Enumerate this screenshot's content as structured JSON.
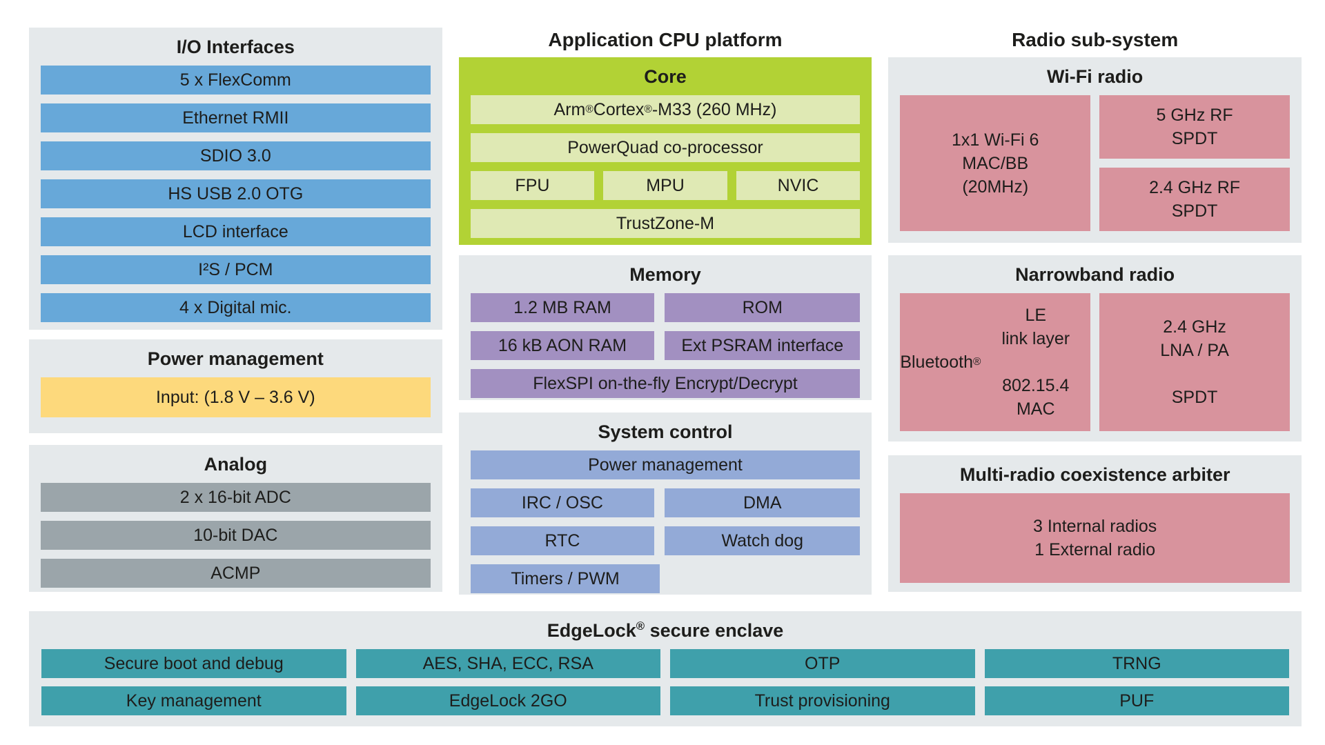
{
  "diagram": {
    "left": {
      "io": {
        "title": "I/O Interfaces",
        "items": [
          "5 x FlexComm",
          "Ethernet RMII",
          "SDIO 3.0",
          "HS USB 2.0 OTG",
          "LCD interface",
          "I²S / PCM",
          "4 x Digital mic."
        ]
      },
      "power": {
        "title": "Power management",
        "items": [
          "Input: (1.8 V – 3.6 V)"
        ]
      },
      "analog": {
        "title": "Analog",
        "items": [
          "2 x 16-bit ADC",
          "10-bit DAC",
          "ACMP"
        ]
      }
    },
    "center": {
      "title": "Application CPU platform",
      "core": {
        "title": "Core",
        "cortex": "Arm® Cortex®-M33 (260 MHz)",
        "powerquad": "PowerQuad co-processor",
        "fpu": "FPU",
        "mpu": "MPU",
        "nvic": "NVIC",
        "trustzone": "TrustZone-M"
      },
      "memory": {
        "title": "Memory",
        "ram": "1.2 MB RAM",
        "rom": "ROM",
        "aon_ram": "16 kB AON RAM",
        "psram": "Ext PSRAM interface",
        "flexspi": "FlexSPI on-the-fly Encrypt/Decrypt"
      },
      "system_control": {
        "title": "System control",
        "power": "Power management",
        "irc_osc": "IRC / OSC",
        "dma": "DMA",
        "rtc": "RTC",
        "watchdog": "Watch dog",
        "timers": "Timers / PWM"
      }
    },
    "right": {
      "title": "Radio sub-system",
      "wifi": {
        "title": "Wi-Fi radio",
        "mac": "1x1 Wi-Fi 6\nMAC/BB\n(20MHz)",
        "rf_5ghz": "5 GHz RF\nSPDT",
        "rf_24ghz": "2.4 GHz RF\nSPDT"
      },
      "narrowband": {
        "title": "Narrowband radio",
        "bluetooth": "Bluetooth® LE\nlink layer\n\n802.15.4 MAC",
        "lna": "2.4 GHz\nLNA / PA\n\nSPDT"
      },
      "coex": {
        "title": "Multi-radio coexistence arbiter",
        "block": "3 Internal radios\n1 External radio"
      }
    },
    "edgelock": {
      "title": "EdgeLock® secure enclave",
      "items": [
        "Secure boot and debug",
        "AES, SHA, ECC, RSA",
        "OTP",
        "TRNG",
        "Key management",
        "EdgeLock 2GO",
        "Trust provisioning",
        "PUF"
      ]
    }
  },
  "colors": {
    "panel_bg": "#e5e9eb",
    "io_blue": "#67a8d9",
    "power_yellow": "#fdd97c",
    "analog_gray": "#9ba5aa",
    "core_lime": "#b2d235",
    "core_pale_green": "#dfe9b4",
    "memory_purple": "#a290c1",
    "syscontrol_periwinkle": "#93aad7",
    "radio_rose": "#d8939d",
    "edgelock_teal": "#3fa0ab",
    "text": "#1d1d1b",
    "background": "#ffffff"
  }
}
